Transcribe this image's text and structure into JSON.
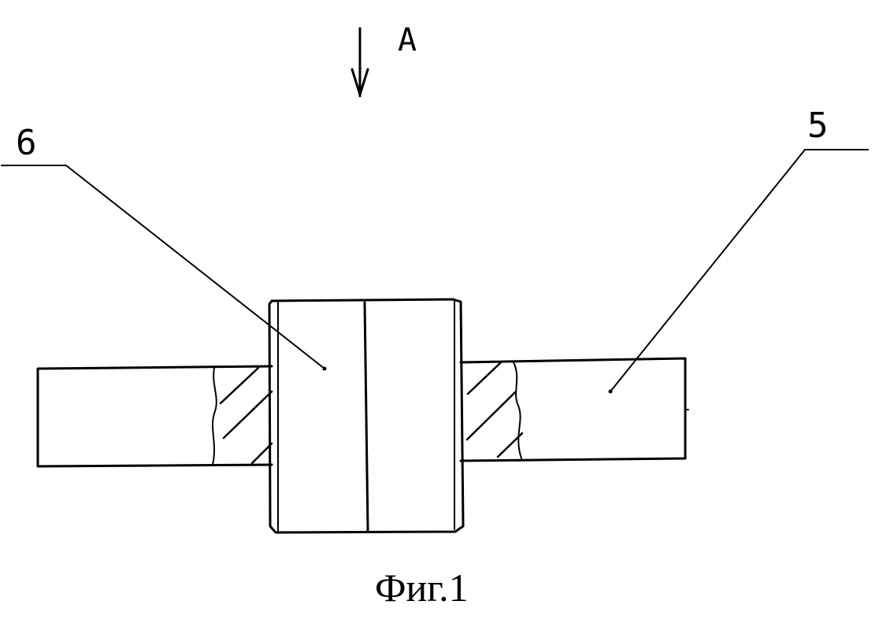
{
  "figure": {
    "caption": "Фиг.1",
    "view_arrow_label": "A",
    "callouts": [
      {
        "number": "6"
      },
      {
        "number": "5"
      }
    ]
  },
  "colors": {
    "ink": "#000000",
    "background": "#ffffff"
  }
}
